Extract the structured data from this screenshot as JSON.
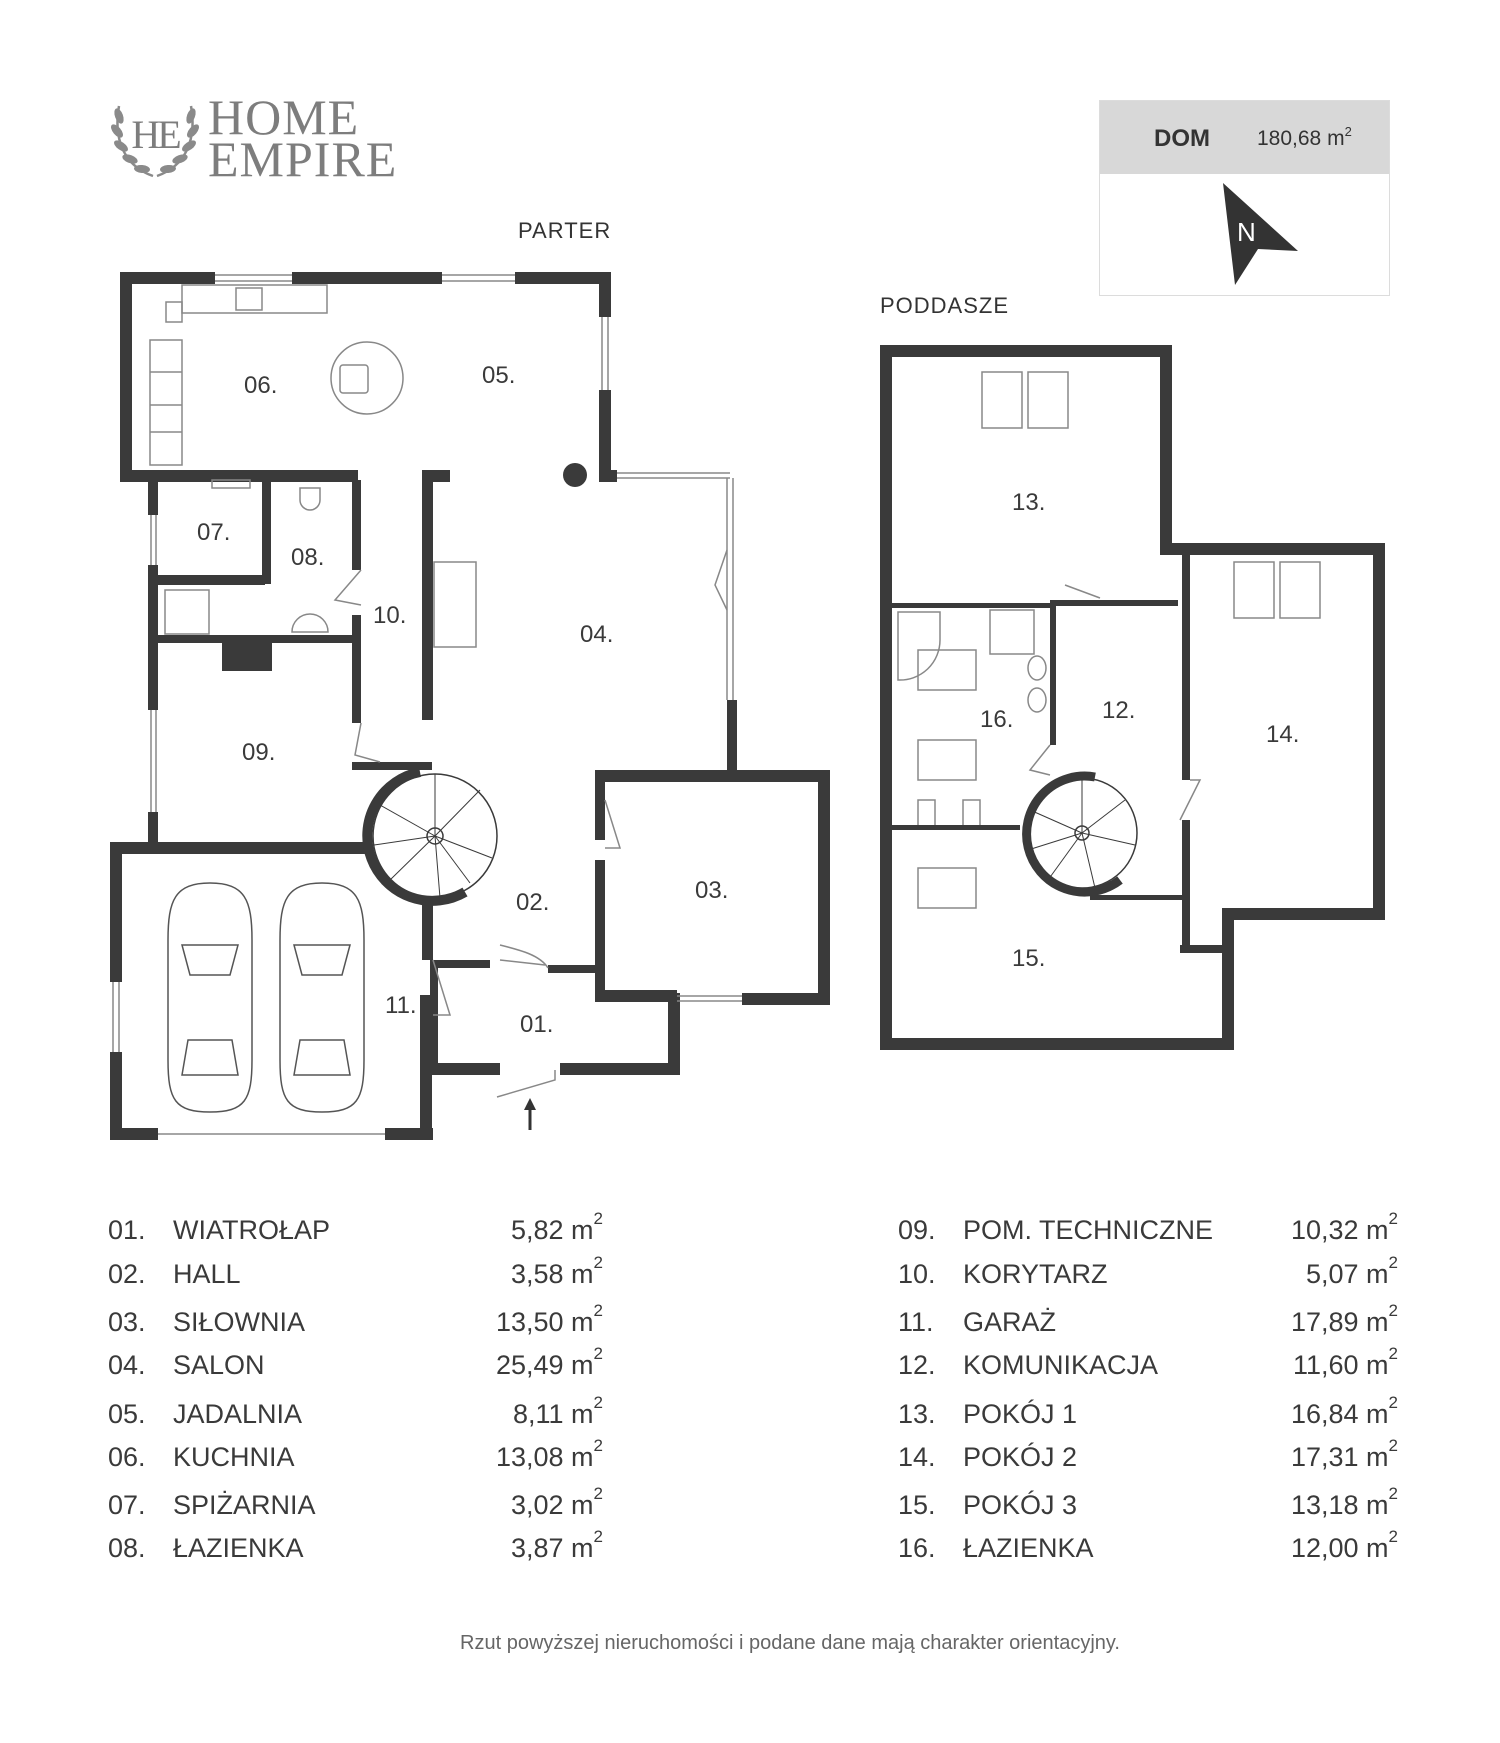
{
  "brand": {
    "monogram": "HE",
    "line1": "HOME",
    "line2": "EMPIRE"
  },
  "summary": {
    "label": "DOM",
    "value": "180,68 m",
    "unit_sup": "2",
    "north": "N"
  },
  "floors": {
    "ground": "PARTER",
    "attic": "PODDASZE"
  },
  "room_labels": [
    "01.",
    "02.",
    "03.",
    "04.",
    "05.",
    "06.",
    "07.",
    "08.",
    "09.",
    "10.",
    "11.",
    "12.",
    "13.",
    "14.",
    "15.",
    "16."
  ],
  "legend": [
    {
      "num": "01.",
      "name": "WIATROŁAP",
      "area": "5,82 m",
      "sup": "2"
    },
    {
      "num": "02.",
      "name": "HALL",
      "area": "3,58 m",
      "sup": "2"
    },
    {
      "num": "03.",
      "name": "SIŁOWNIA",
      "area": "13,50 m",
      "sup": "2"
    },
    {
      "num": "04.",
      "name": "SALON",
      "area": "25,49 m",
      "sup": "2"
    },
    {
      "num": "05.",
      "name": "JADALNIA",
      "area": "8,11 m",
      "sup": "2"
    },
    {
      "num": "06.",
      "name": "KUCHNIA",
      "area": "13,08 m",
      "sup": "2"
    },
    {
      "num": "07.",
      "name": "SPIŻARNIA",
      "area": "3,02 m",
      "sup": "2"
    },
    {
      "num": "08.",
      "name": "ŁAZIENKA",
      "area": "3,87 m",
      "sup": "2"
    },
    {
      "num": "09.",
      "name": "POM. TECHNICZNE",
      "area": "10,32 m",
      "sup": "2"
    },
    {
      "num": "10.",
      "name": "KORYTARZ",
      "area": "5,07 m",
      "sup": "2"
    },
    {
      "num": "11.",
      "name": "GARAŻ",
      "area": "17,89 m",
      "sup": "2"
    },
    {
      "num": "12.",
      "name": "KOMUNIKACJA",
      "area": "11,60 m",
      "sup": "2"
    },
    {
      "num": "13.",
      "name": "POKÓJ 1",
      "area": "16,84 m",
      "sup": "2"
    },
    {
      "num": "14.",
      "name": "POKÓJ 2",
      "area": "17,31 m",
      "sup": "2"
    },
    {
      "num": "15.",
      "name": "POKÓJ 3",
      "area": "13,18 m",
      "sup": "2"
    },
    {
      "num": "16.",
      "name": "ŁAZIENKA",
      "area": "12,00 m",
      "sup": "2"
    }
  ],
  "footer": "Rzut powyższej nieruchomości i podane dane mają charakter orientacyjny.",
  "colors": {
    "wall": "#3a3a3a",
    "line": "#888888",
    "header_bg": "#d8d8d8"
  }
}
